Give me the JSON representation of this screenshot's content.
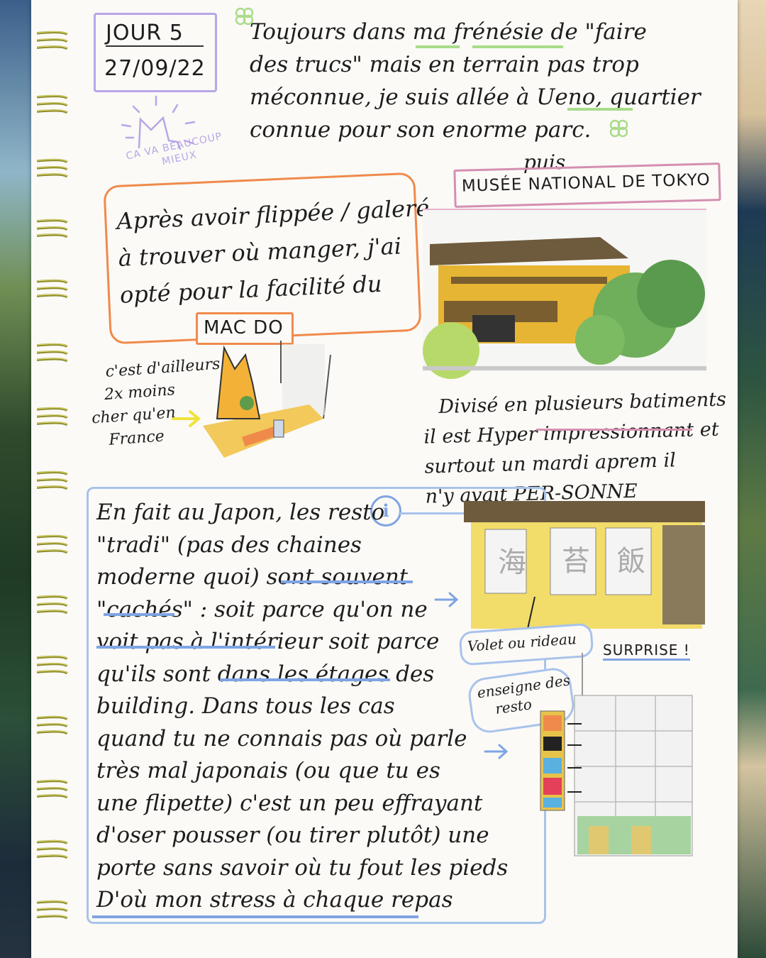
{
  "header": {
    "day": "JOUR 5",
    "date": "27/09/22"
  },
  "intro": [
    "Toujours dans ma frénésie de \"faire",
    "des trucs\" mais en terrain pas trop",
    "méconnue, je suis allée à Ueno, quartier",
    "connue pour son enorme parc."
  ],
  "mood": {
    "line1": "CA VA BEAUCOUP",
    "line2": "MIEUX"
  },
  "food_note": {
    "lines": [
      "Après avoir flippée / galeré",
      "à trouver où manger, j'ai",
      "opté pour la facilité du"
    ],
    "tag": "MAC DO"
  },
  "mcdo_caption": [
    "c'est d'ailleurs",
    "2x moins",
    "cher qu'en",
    "France"
  ],
  "museum": {
    "prefix": "puis",
    "title": "MUSÉE NATIONAL DE TOKYO"
  },
  "museum_caption": [
    "Divisé en plusieurs batiments",
    "il est Hyper impressionnant et",
    "surtout un mardi aprem il",
    "n'y avait PER-SONNE"
  ],
  "resto_note": {
    "lines": [
      "En fait au Japon, les resto",
      "\"tradi\" (pas des chaines",
      "moderne quoi) sont souvent",
      "\"cachés\" : soit parce qu'on ne",
      "voit pas à l'intérieur soit parce",
      "qu'ils sont dans les étages des",
      "building. Dans tous les cas",
      "quand tu ne connais pas où parle",
      "très mal japonais (ou que tu es",
      "une flipette) c'est un peu effrayant",
      "d'oser pousser (ou tirer plutôt) une",
      "porte sans savoir où tu fout les pieds",
      "D'où mon stress à chaque repas"
    ],
    "info_icon": "i"
  },
  "labels": {
    "curtain": "Volet ou rideau",
    "surprise": "SURPRISE !",
    "signs": [
      "enseigne des",
      "resto"
    ]
  },
  "colors": {
    "purple": "#b9a6e6",
    "orange": "#f08a4b",
    "blue": "#a8c3ea",
    "green": "#a9dc8a"
  }
}
